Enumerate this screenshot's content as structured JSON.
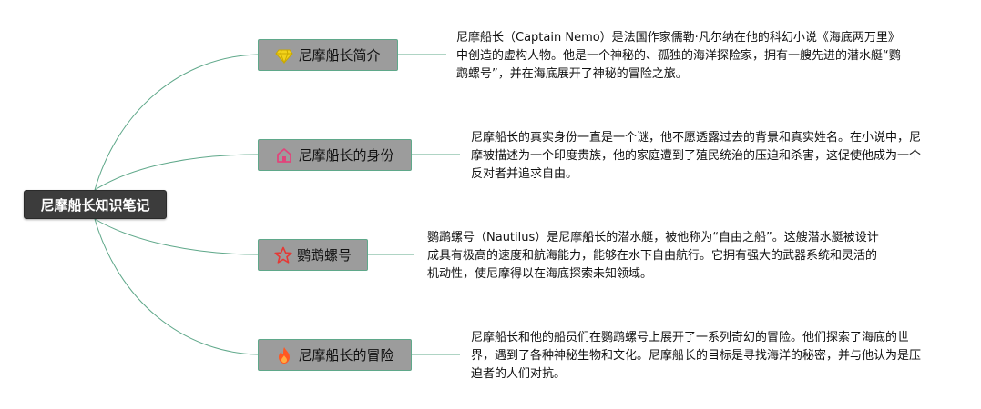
{
  "root": {
    "title": "尼摩船长知识笔记"
  },
  "branches": [
    {
      "label": "尼摩船长简介",
      "icon": "gem-icon",
      "note": "尼摩船长（Captain Nemo）是法国作家儒勒·凡尔纳在他的科幻小说《海底两万里》中创造的虚构人物。他是一个神秘的、孤独的海洋探险家，拥有一艘先进的潜水艇“鹦鹉螺号”，并在海底展开了神秘的冒险之旅。"
    },
    {
      "label": "尼摩船长的身份",
      "icon": "home-icon",
      "note": "尼摩船长的真实身份一直是一个谜，他不愿透露过去的背景和真实姓名。在小说中，尼摩被描述为一个印度贵族，他的家庭遭到了殖民统治的压迫和杀害，这促使他成为一个反对者并追求自由。"
    },
    {
      "label": "鹦鹉螺号",
      "icon": "star-icon",
      "note": "鹦鹉螺号（Nautilus）是尼摩船长的潜水艇，被他称为“自由之船”。这艘潜水艇被设计成具有极高的速度和航海能力，能够在水下自由航行。它拥有强大的武器系统和灵活的机动性，使尼摩得以在海底探索未知领域。"
    },
    {
      "label": "尼摩船长的冒险",
      "icon": "fire-icon",
      "note": "尼摩船长和他的船员们在鹦鹉螺号上展开了一系列奇幻的冒险。他们探索了海底的世界，遇到了各种神秘生物和文化。尼摩船长的目标是寻找海洋的秘密，并与他认为是压迫者的人们对抗。"
    }
  ],
  "colors": {
    "connector": "#5fa88a",
    "root_bg": "#3c3c3c",
    "branch_bg": "#9c9c9c",
    "gem": "#f2d21b",
    "home": "#e0457b",
    "star": "#e53935",
    "fire": "#ff5722"
  }
}
